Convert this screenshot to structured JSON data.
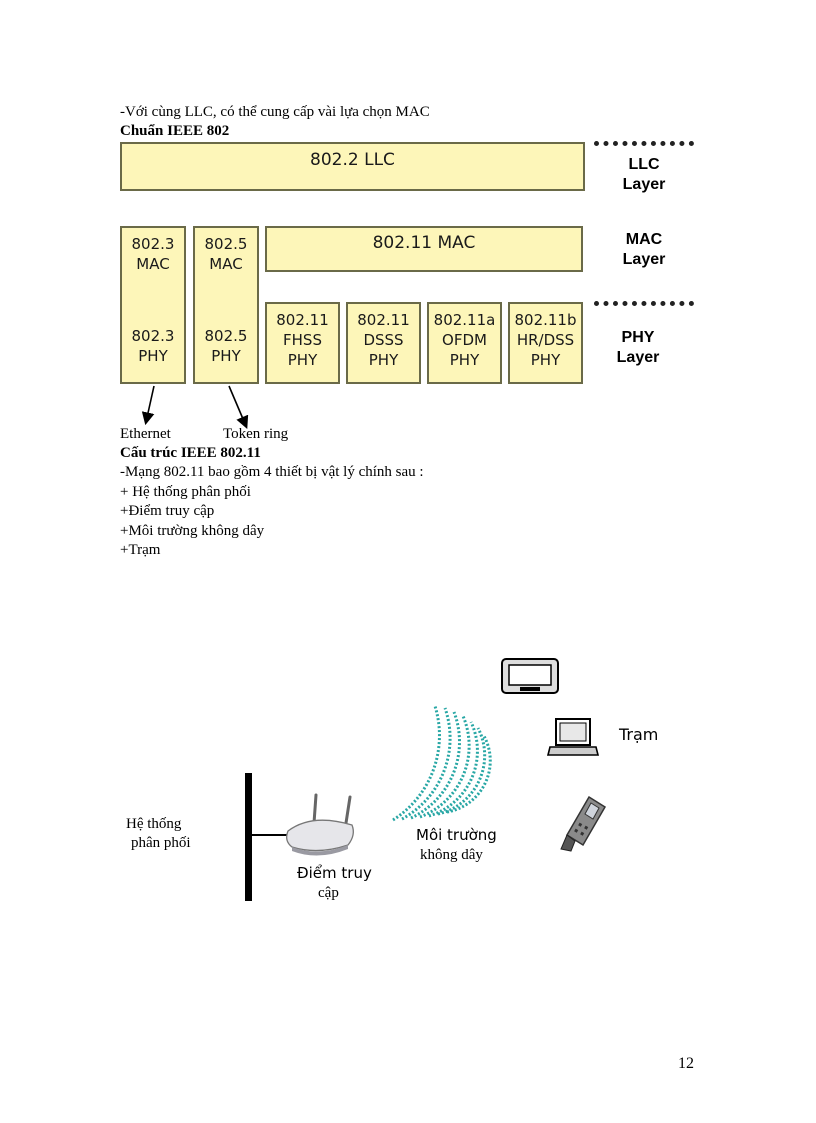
{
  "intro_line": "-Với cùng LLC, có thể cung cấp vài lựa chọn MAC",
  "heading_ieee802": "Chuẩn IEEE 802",
  "stack": {
    "llc_box": "802.2 LLC",
    "mac_8023": [
      "802.3",
      "MAC"
    ],
    "phy_8023": [
      "802.3",
      "PHY"
    ],
    "mac_8025": [
      "802.5",
      "MAC"
    ],
    "phy_8025": [
      "802.5",
      "PHY"
    ],
    "mac_80211": "802.11 MAC",
    "phy_boxes": [
      [
        "802.11",
        "FHSS",
        "PHY"
      ],
      [
        "802.11",
        "DSSS",
        "PHY"
      ],
      [
        "802.11a",
        "OFDM",
        "PHY"
      ],
      [
        "802.11b",
        "HR/DSS",
        "PHY"
      ]
    ],
    "layer_labels": {
      "llc": [
        "LLC",
        "Layer"
      ],
      "mac": [
        "MAC",
        "Layer"
      ],
      "phy": [
        "PHY",
        "Layer"
      ]
    },
    "ethernet": "Ethernet",
    "token_ring": "Token ring"
  },
  "heading_80211": "Cấu trúc IEEE 802.11",
  "description": "-Mạng 802.11 bao gồm 4 thiết bị vật lý chính sau :",
  "components": [
    "+ Hệ thống phân phối",
    "+Điểm truy cập",
    "+Môi trường không dây",
    "+Trạm"
  ],
  "diagram": {
    "distribution": [
      "Hệ thống",
      "phân phối"
    ],
    "access_point": [
      "Điểm truy",
      "cập"
    ],
    "wireless_medium": [
      "Môi trường",
      "không dây"
    ],
    "station": "Trạm"
  },
  "page_number": "12"
}
